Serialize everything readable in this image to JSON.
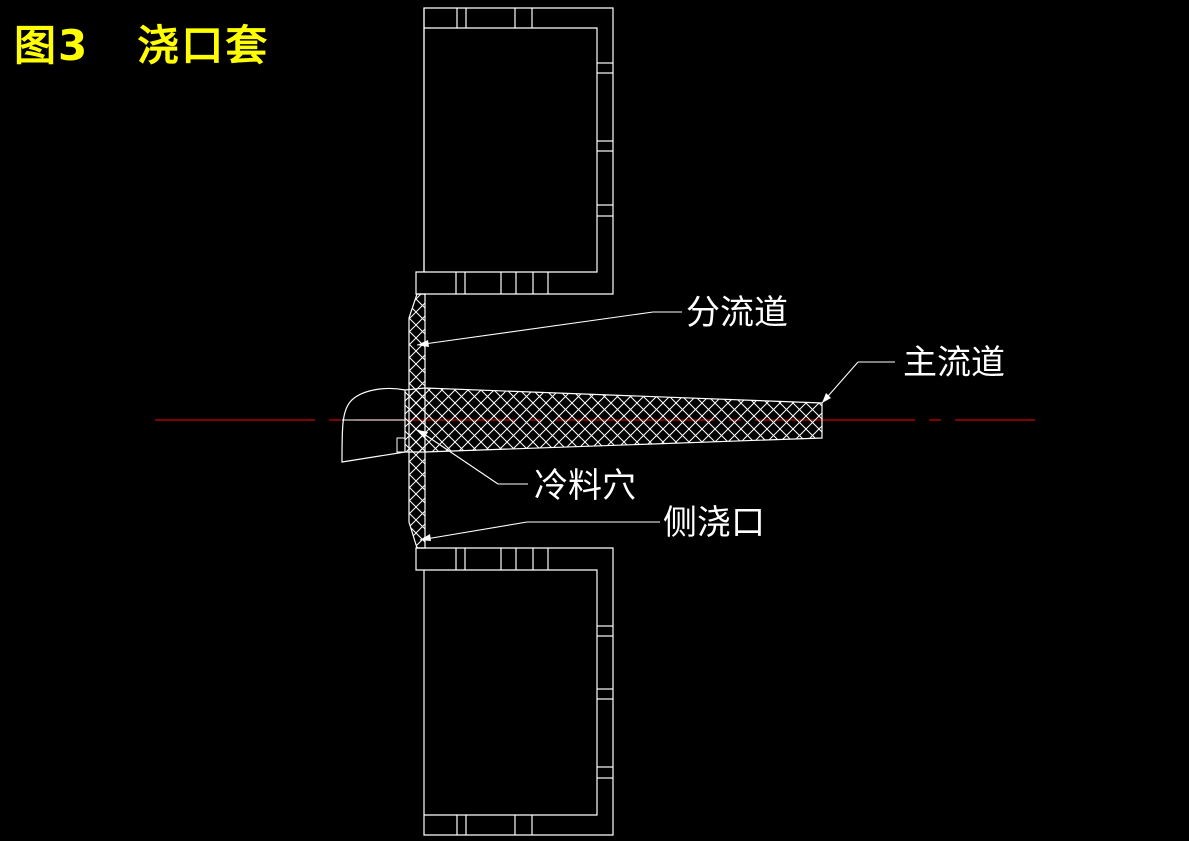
{
  "title": {
    "figure": "图3",
    "name": "浇口套"
  },
  "labels": {
    "branch_runner": "分流道",
    "main_runner": "主流道",
    "cold_slug_well": "冷料穴",
    "side_gate": "侧浇口"
  },
  "colors": {
    "background": "#000000",
    "title": "#ffff00",
    "lines": "#ffffff",
    "centerline": "#cc0000"
  }
}
